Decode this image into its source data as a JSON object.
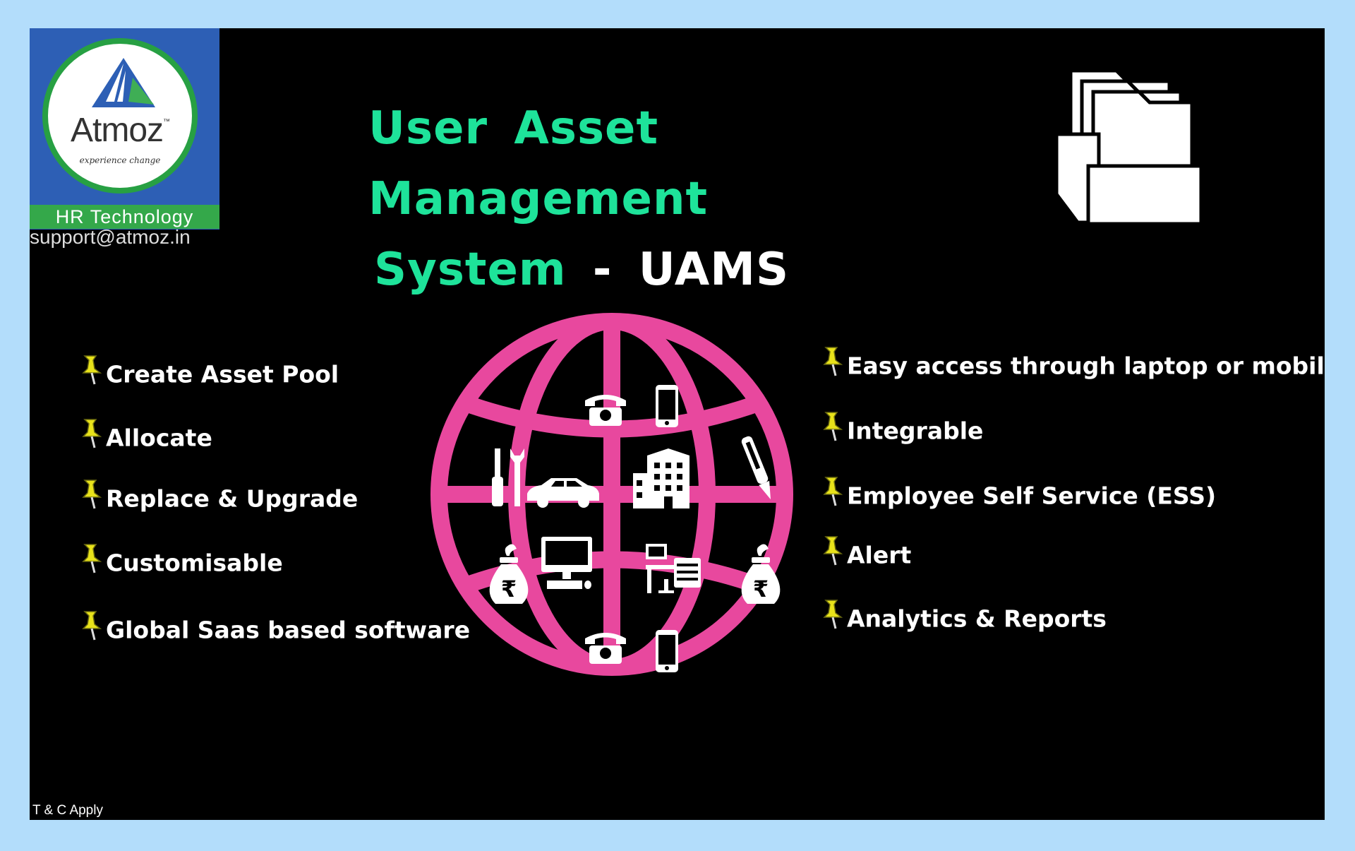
{
  "brand": {
    "name": "Atmoz",
    "trademark": "™",
    "tagline": "experience change",
    "band": "HR Technology",
    "support_email": "support@atmoz.in"
  },
  "title": {
    "line1": "User Asset Management",
    "line2_word": "System",
    "line2_sep": "-",
    "line2_acronym": "UAMS"
  },
  "features_left": [
    "Create Asset Pool",
    "Allocate",
    "Replace & Upgrade",
    "Customisable",
    "Global Saas based software"
  ],
  "features_right": [
    "Easy access through laptop or mobile",
    "Integrable",
    "Employee Self Service (ESS)",
    "Alert",
    "Analytics & Reports"
  ],
  "footer": {
    "terms": "T & C Apply"
  },
  "colors": {
    "title": "#1ee39a",
    "globe": "#e8489e",
    "pin": "#e8e21a",
    "brand_blue": "#2d5fb5",
    "brand_green": "#34a84a"
  },
  "icons": [
    "folder-icon",
    "globe-icon",
    "telephone-icon",
    "mobile-phone-icon",
    "tools-icon",
    "car-icon",
    "building-icon",
    "pen-icon",
    "money-bag-icon",
    "computer-icon",
    "office-desk-icon",
    "pushpin-icon"
  ]
}
